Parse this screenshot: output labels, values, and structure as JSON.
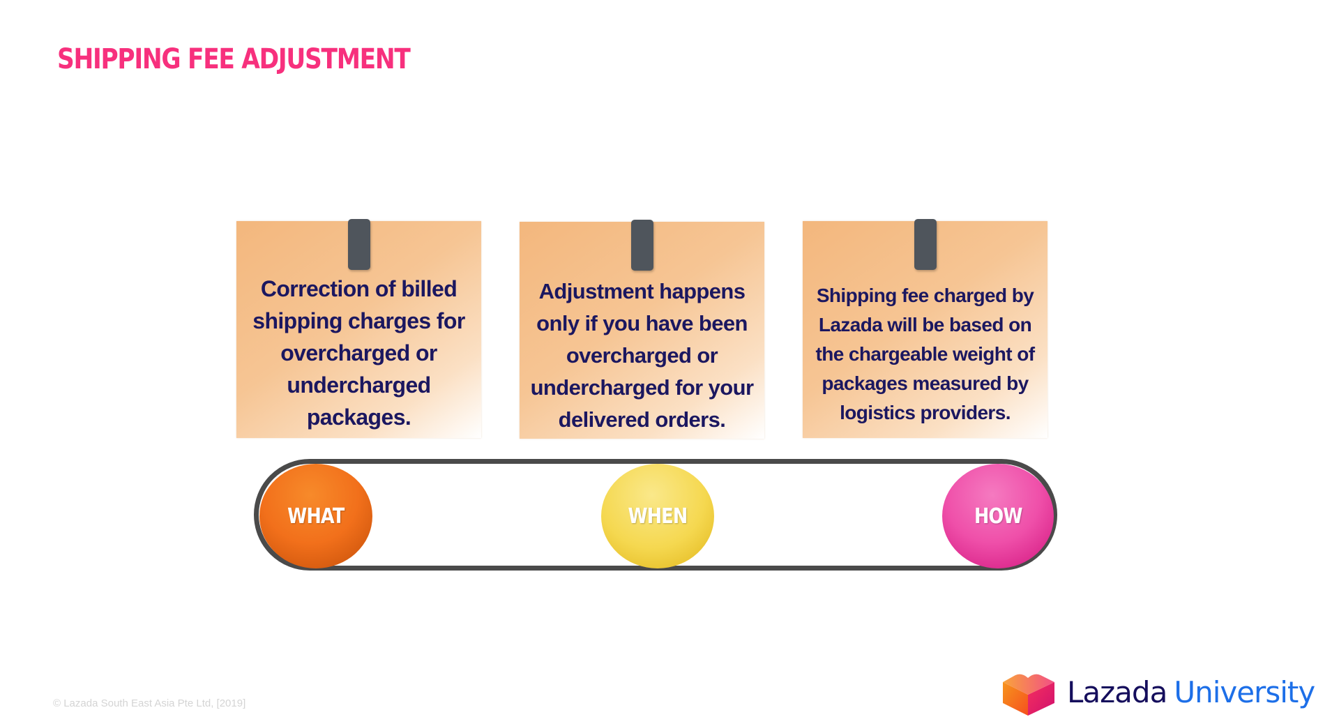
{
  "title": "SHIPPING FEE ADJUSTMENT",
  "notes": [
    {
      "text": "Correction of billed shipping charges for overcharged or undercharged packages."
    },
    {
      "text": "Adjustment happens only if you have been overcharged or undercharged for your delivered orders."
    },
    {
      "text": "Shipping fee charged by Lazada will be based on the chargeable weight of packages measured by logistics providers."
    }
  ],
  "steps": [
    {
      "label": "WHAT",
      "color": "#f2701b"
    },
    {
      "label": "WHEN",
      "color": "#f5d850"
    },
    {
      "label": "HOW",
      "color": "#ef4fa9"
    }
  ],
  "footer": {
    "copyright": "© Lazada South East Asia Pte Ltd, [2019]"
  },
  "logo": {
    "brand_part1": "Lazada",
    "brand_part2": "University",
    "icon": "heart-box-icon"
  },
  "colors": {
    "title": "#f7307d",
    "note_text": "#1b1760",
    "track": "#4a4a4a"
  }
}
